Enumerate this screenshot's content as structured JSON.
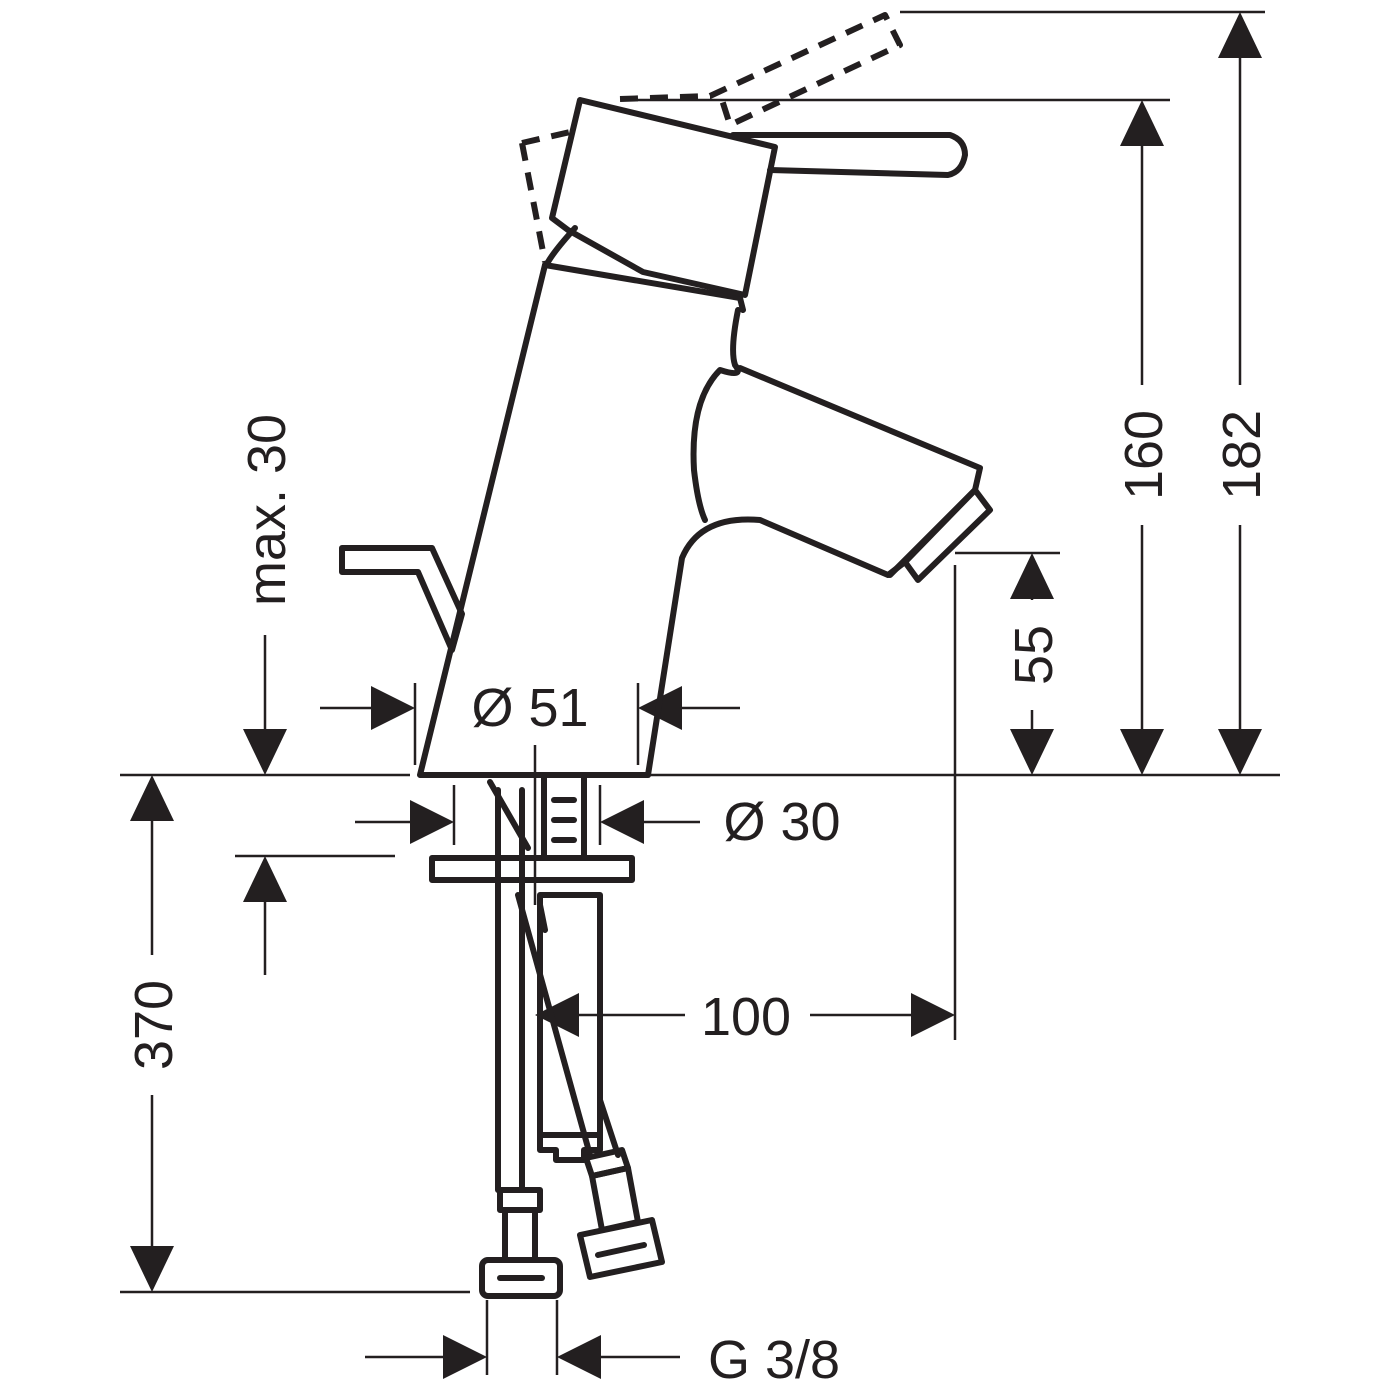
{
  "dimensions": {
    "height_total": "182",
    "height_lever": "160",
    "spout_height": "55",
    "max_thickness": "max. 30",
    "body_diameter": "Ø 51",
    "shank_diameter": "Ø 30",
    "spout_reach": "100",
    "hose_length": "370",
    "connection_thread": "G 3/8"
  },
  "colors": {
    "line": "#231f20",
    "background": "#ffffff"
  }
}
